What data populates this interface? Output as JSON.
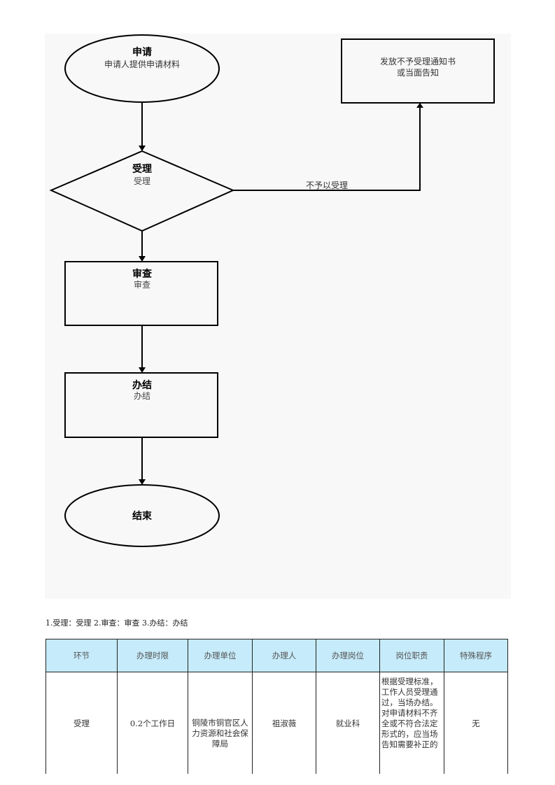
{
  "flow": {
    "apply": {
      "title": "申请",
      "desc": "申请人提供申请材料"
    },
    "accept": {
      "title": "受理",
      "desc": "受理"
    },
    "reject_label": "不予以受理",
    "reject_box": {
      "line1": "发放不予受理通知书",
      "line2": "或当面告知"
    },
    "review": {
      "title": "审查",
      "desc": "审查"
    },
    "finish": {
      "title": "办结",
      "desc": "办结"
    },
    "end": {
      "title": "结束"
    }
  },
  "caption": "1.受理：受理 2.审查：审查 3.办结：办结",
  "table": {
    "headers": [
      "环节",
      "办理时限",
      "办理单位",
      "办理人",
      "办理岗位",
      "岗位职责",
      "特殊程序"
    ],
    "rows": [
      [
        "受理",
        "0.2个工作日",
        "铜陵市铜官区人力资源和社会保障局",
        "祖淑薇",
        "就业科",
        "根据受理标准，工作人员受理通过，当场办结。对申请材料不齐全或不符合法定形式的，应当场告知需要补正的",
        "无"
      ]
    ]
  }
}
